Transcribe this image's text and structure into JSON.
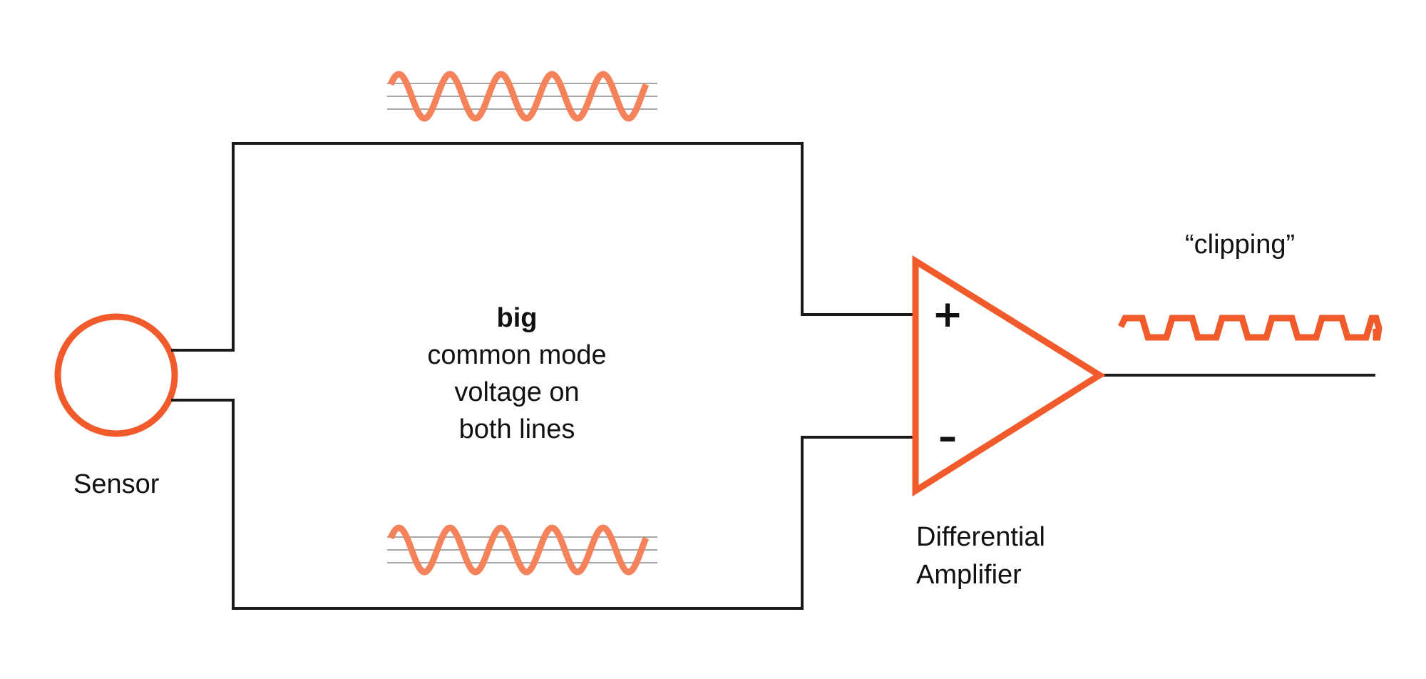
{
  "labels": {
    "sensor": "Sensor",
    "center_bold": "big",
    "center_line_1": "common mode",
    "center_line_2": "voltage on",
    "center_line_3": "both lines",
    "amplifier_line_1": "Differential",
    "amplifier_line_2": "Amplifier",
    "clipping": "“clipping”",
    "plus_sign": "+",
    "minus_sign": "–"
  },
  "colors": {
    "accent": "#f15a2b",
    "accent_light": "#f4825a",
    "wire": "#1a1a1a",
    "gridline": "#8a8a8a"
  },
  "icons": {
    "sensor": "circle-icon",
    "amplifier": "triangle-op-amp-icon",
    "top_signal": "sine-wave-icon",
    "bottom_signal": "sine-wave-icon",
    "output_signal": "clipped-square-wave-icon"
  },
  "signals": {
    "sine_cycles": 5,
    "clipped_cycles": 5
  }
}
